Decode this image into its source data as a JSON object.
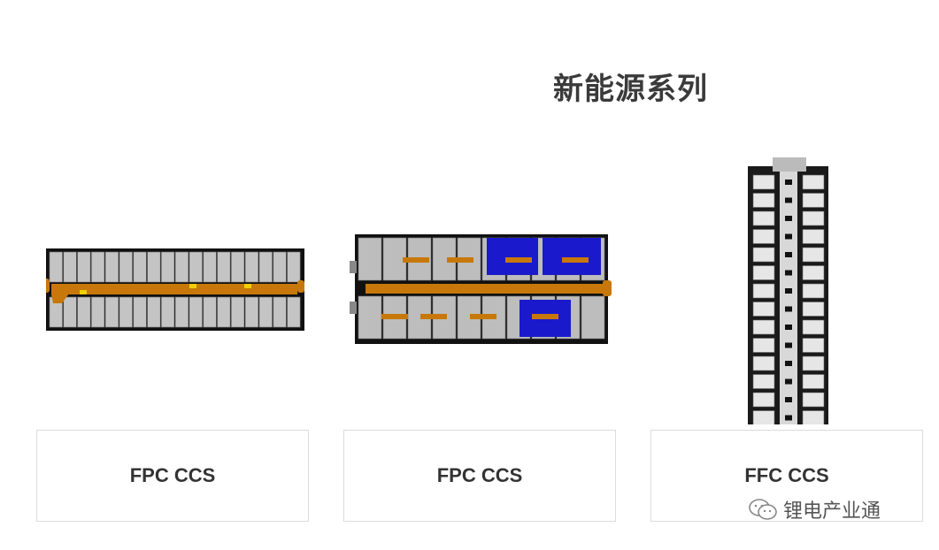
{
  "page": {
    "title": "新能源系列"
  },
  "products": [
    {
      "label": "FPC CCS",
      "image_icon": "battery-module-fpc-icon"
    },
    {
      "label": "FPC CCS",
      "image_icon": "battery-module-fpc-blue-icon"
    },
    {
      "label": "FFC CCS",
      "image_icon": "battery-module-ffc-icon"
    }
  ],
  "watermark": {
    "text": "锂电产业通",
    "icon": "wechat-icon"
  },
  "colors": {
    "flex_orange": "#c8780a",
    "cell_grey": "#bdbdbd",
    "frame_black": "#111111",
    "accent_blue": "#1a1acc",
    "card_border": "#dcdcdc",
    "title_text": "#3a3a3a"
  }
}
